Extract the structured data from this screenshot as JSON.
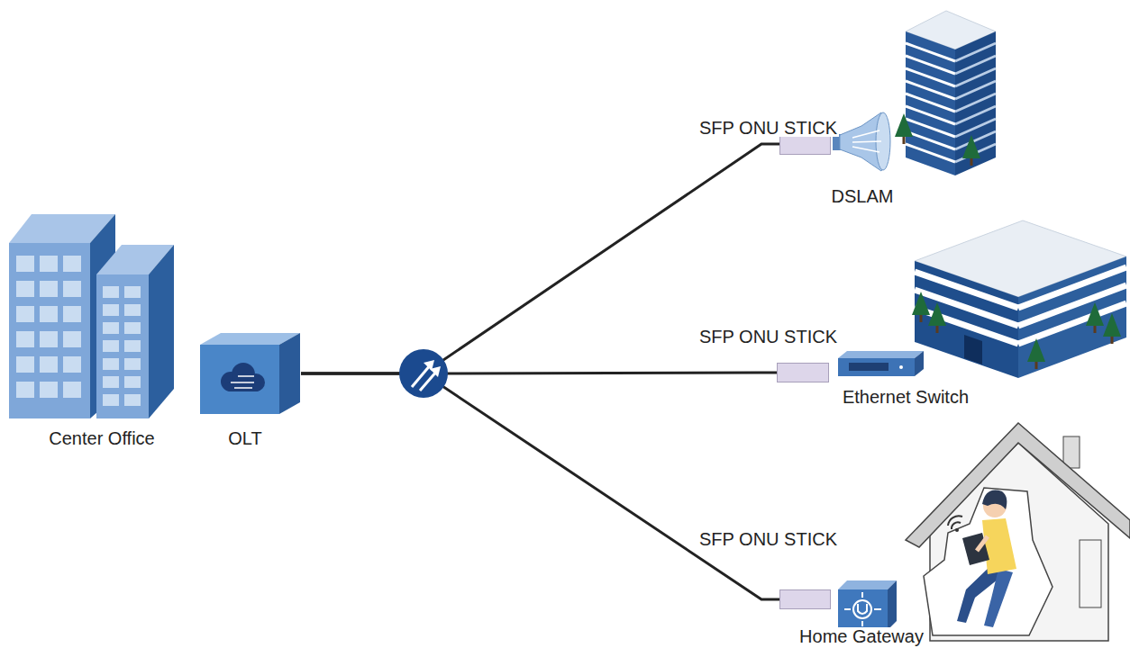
{
  "diagram": {
    "nodes": [
      {
        "text": [
          "Center Office"
        ]
      },
      {
        "text": [
          "OLT"
        ]
      },
      {
        "text": [
          "SFP ONU STICK"
        ]
      },
      {
        "text": [
          "DSLAM"
        ]
      },
      {
        "text": [
          "SFP ONU STICK"
        ]
      },
      {
        "text": [
          "Ethernet Switch"
        ]
      },
      {
        "text": [
          "SFP ONU STICK"
        ]
      },
      {
        "text": [
          "Home Gateway"
        ]
      }
    ],
    "edges": [
      {
        "from": 1,
        "to": 2,
        "arrow": "none"
      },
      {
        "from": 1,
        "to": 4,
        "arrow": "none"
      },
      {
        "from": 1,
        "to": 6,
        "arrow": "none"
      }
    ]
  }
}
